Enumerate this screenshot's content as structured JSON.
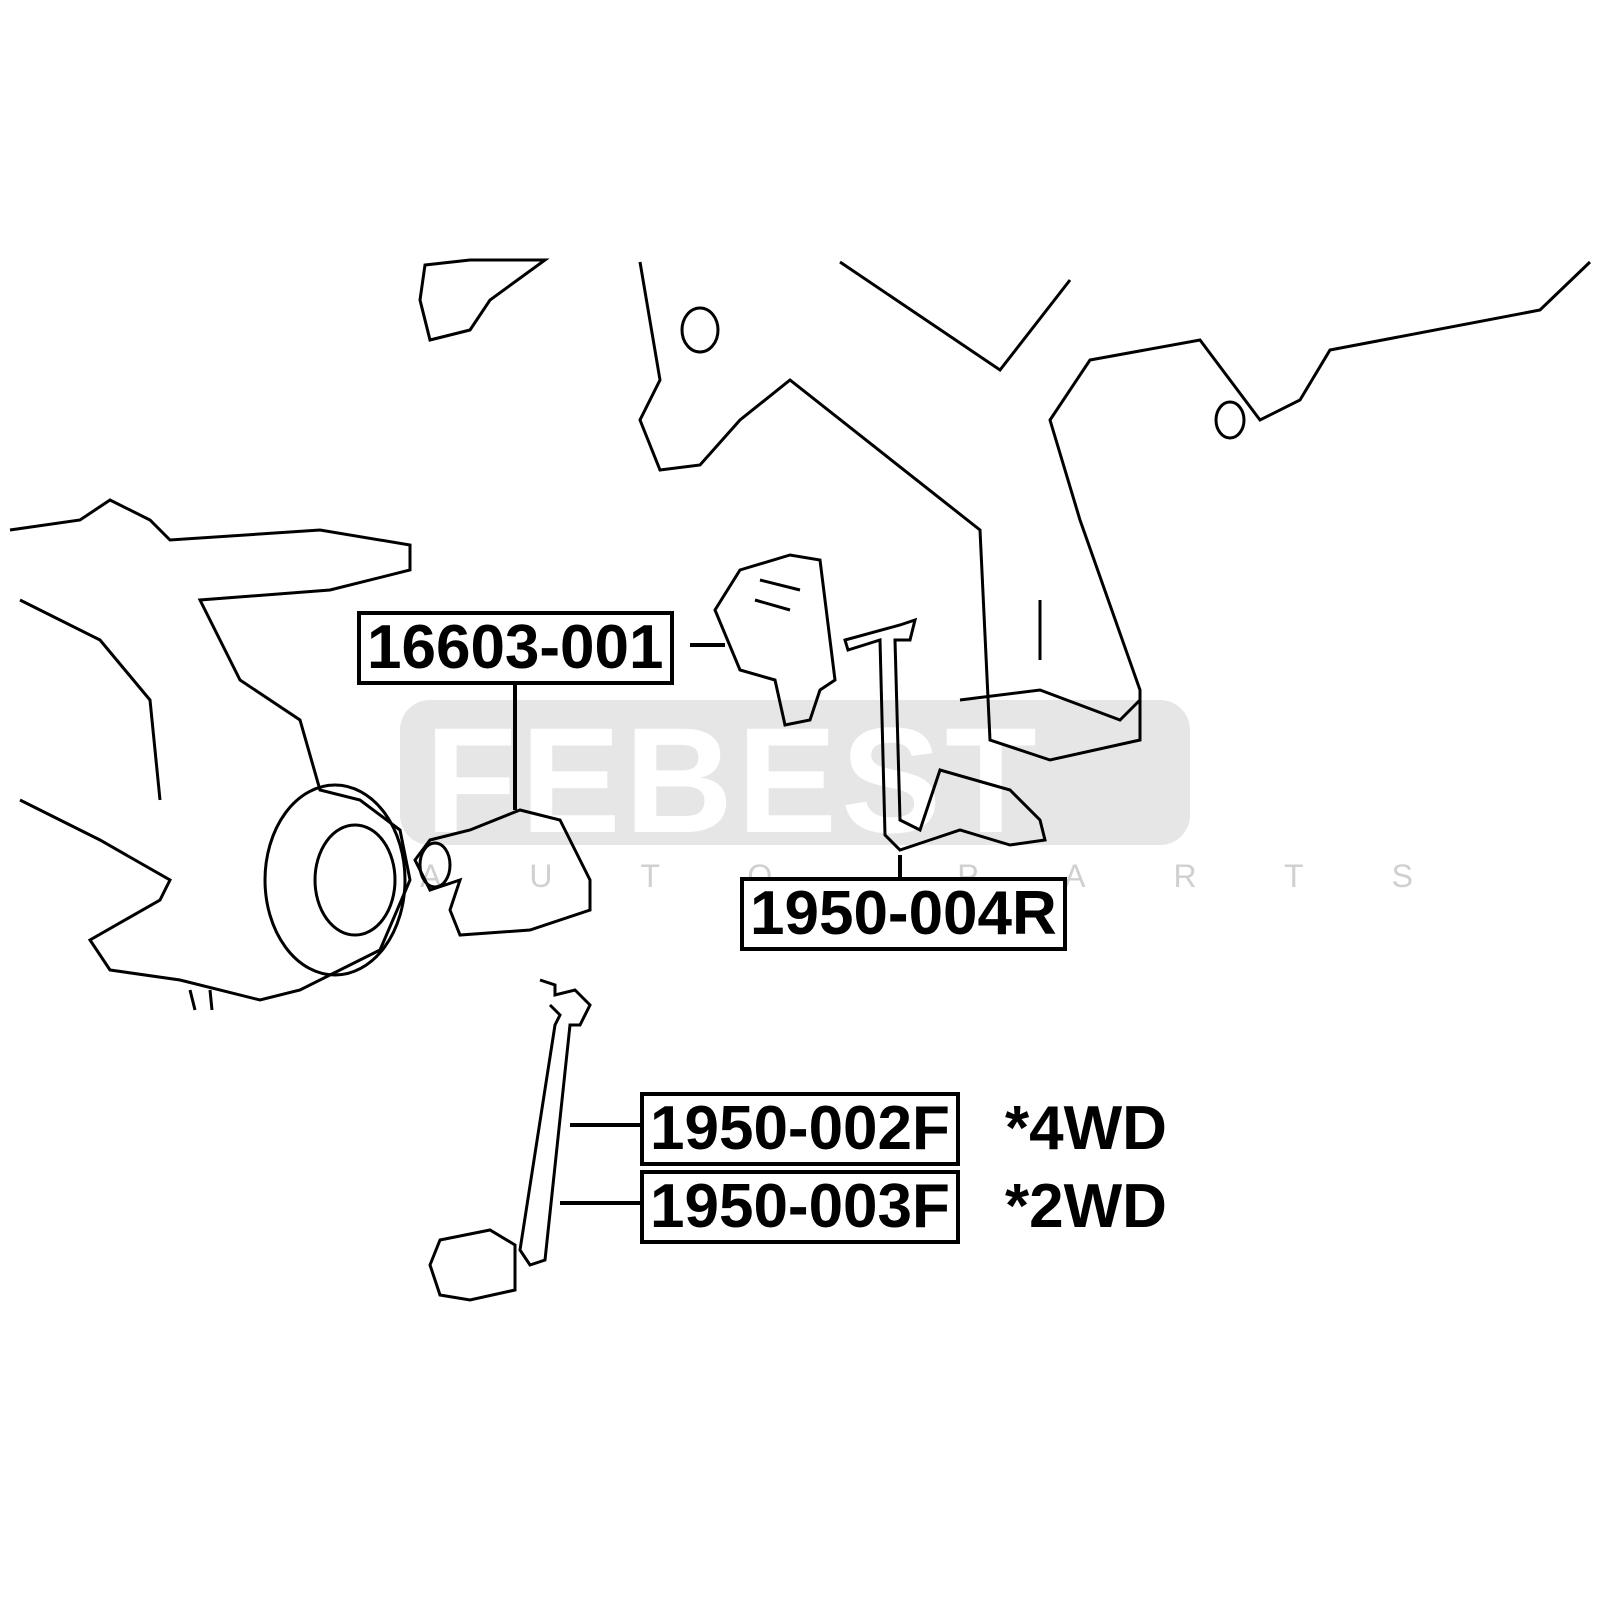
{
  "watermark": {
    "brand": "FEBEST",
    "tagline": "AUTO PARTS"
  },
  "callouts": [
    {
      "part_number": "16603-001"
    },
    {
      "part_number": "1950-004R"
    },
    {
      "part_number": "1950-002F",
      "note": "*4WD"
    },
    {
      "part_number": "1950-003F",
      "note": "*2WD"
    }
  ]
}
